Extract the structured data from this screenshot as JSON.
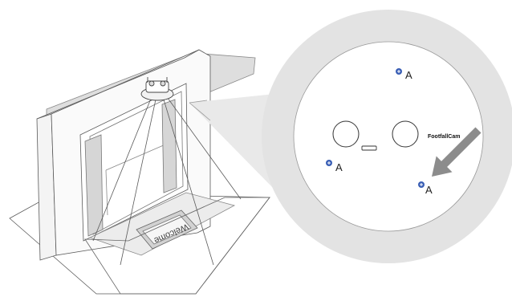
{
  "diagram": {
    "mat_text": "Welcome",
    "brand_label": "FootfallCam",
    "screw_labels": [
      "A",
      "A",
      "A"
    ],
    "colors": {
      "line": "#555555",
      "shade": "#d9d9d9",
      "light_shade": "#e6e6e6",
      "callout_ring": "#e3e3e3",
      "arrow": "#8c8c8c",
      "screw": "#3a5fb5"
    },
    "icons": [
      "screw-hole-icon",
      "arrow-icon",
      "lens-icon",
      "counter-device-icon"
    ]
  }
}
